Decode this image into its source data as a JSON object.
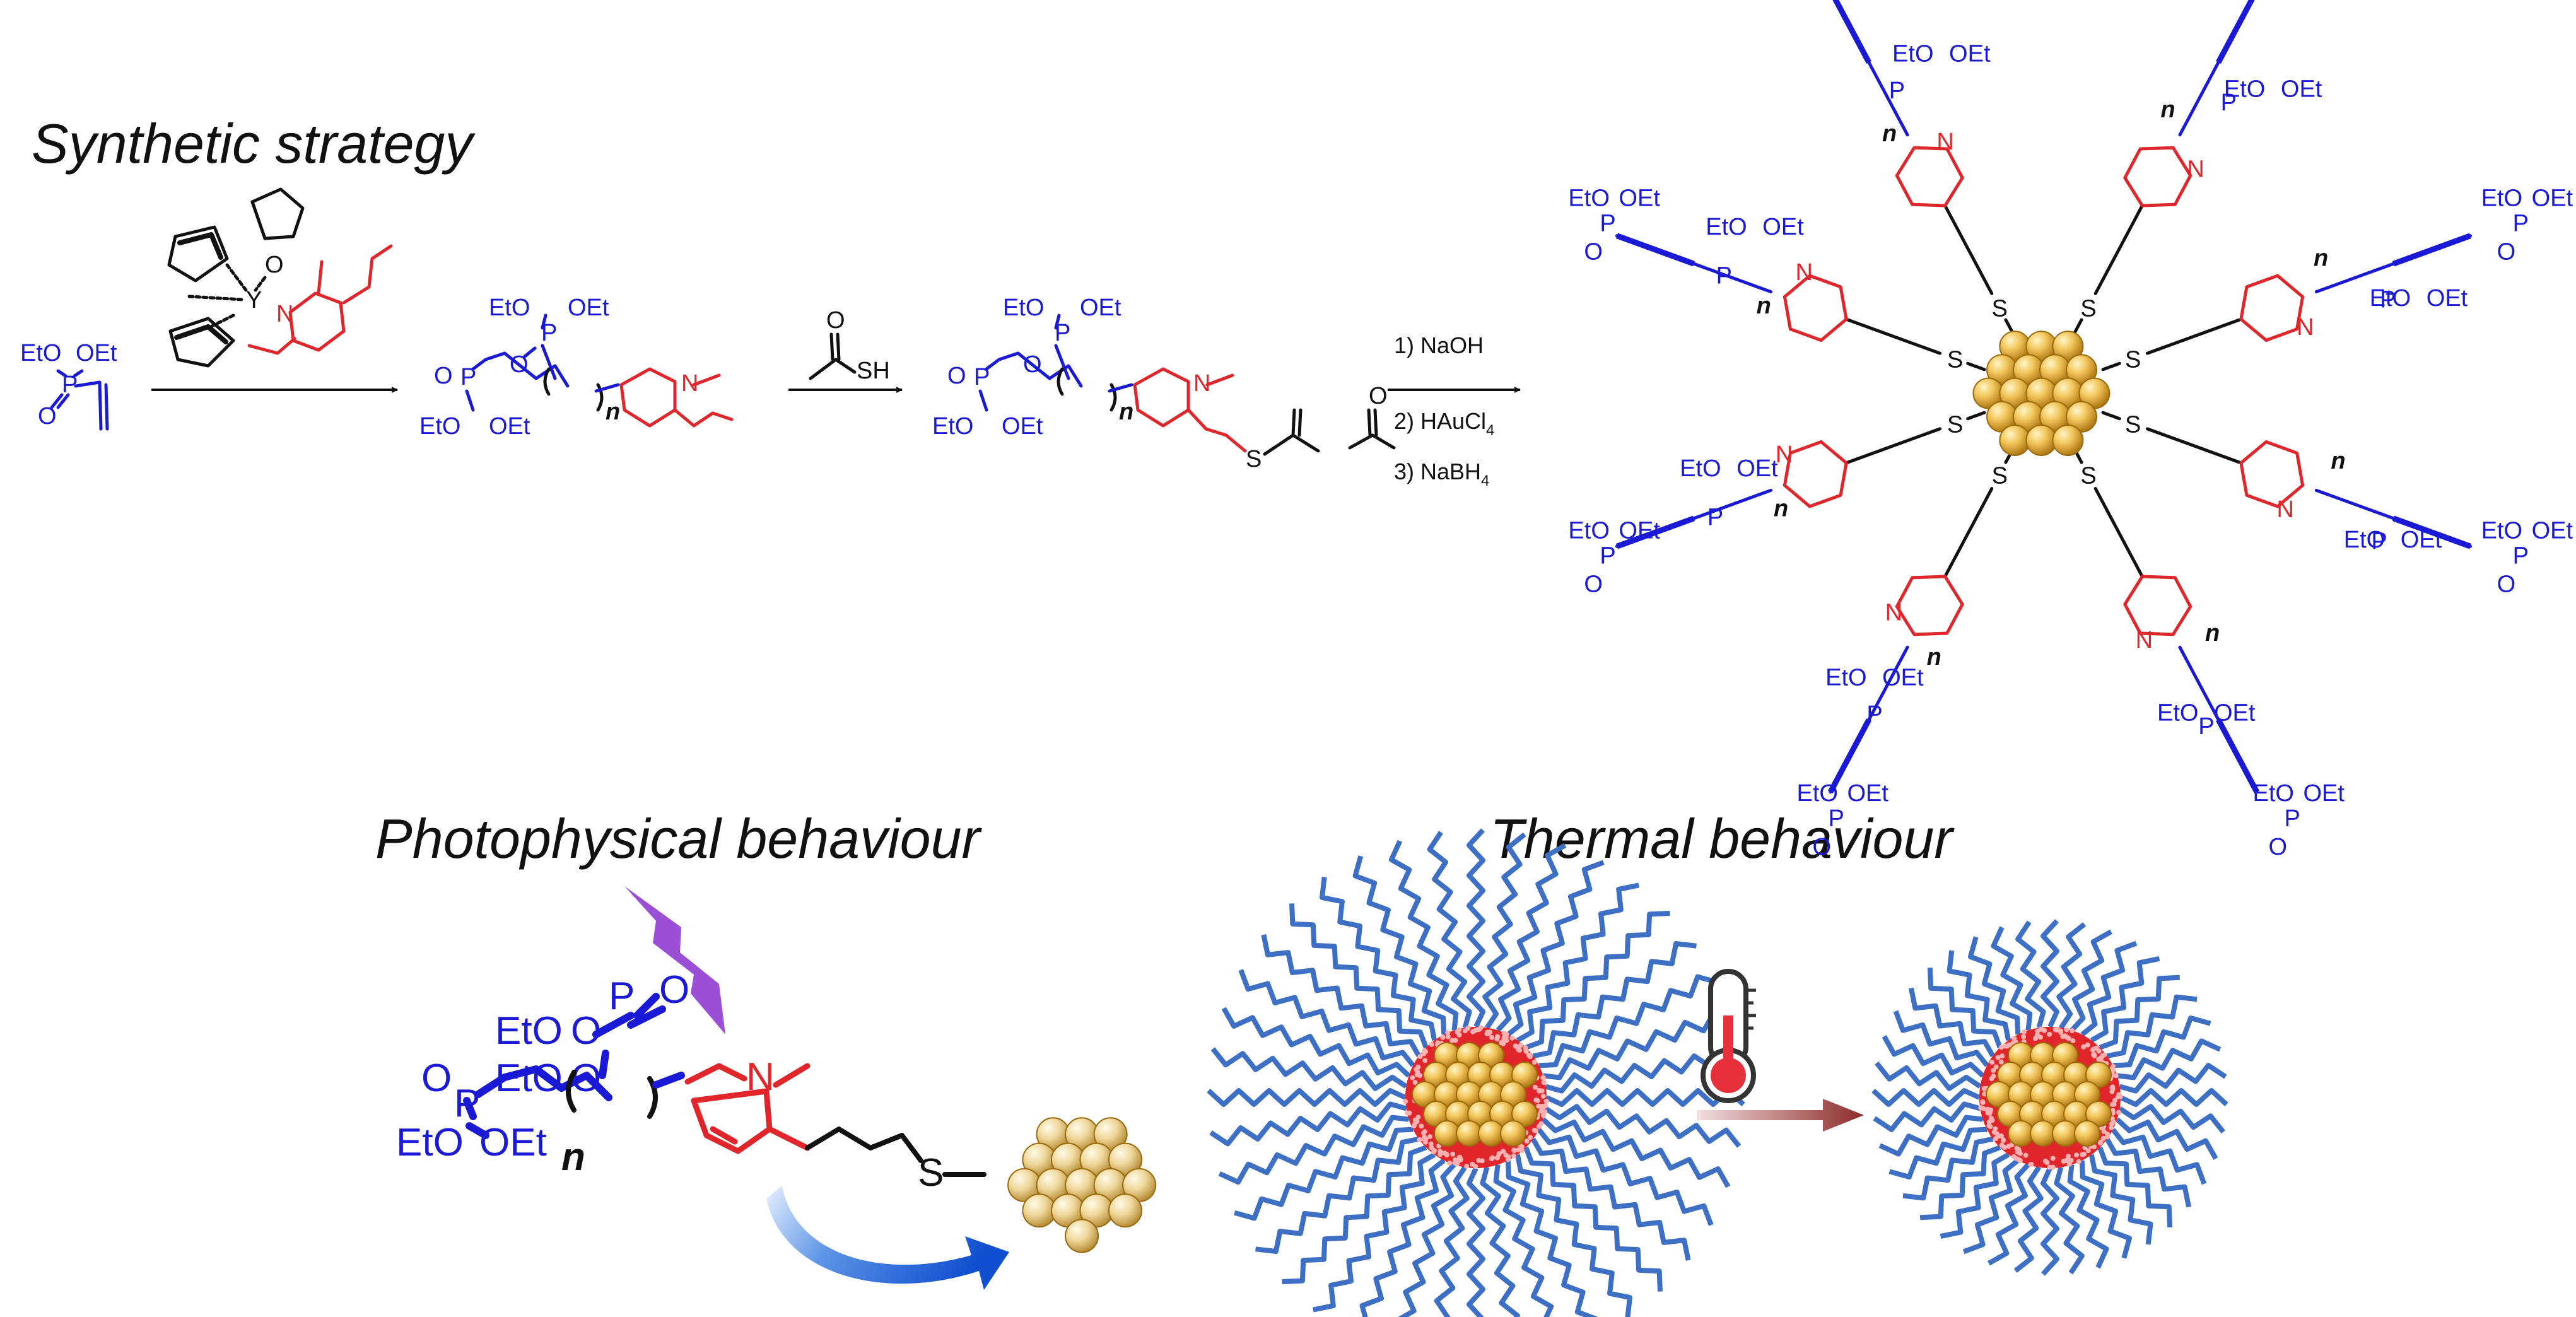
{
  "sections": {
    "synthetic": "Synthetic strategy",
    "photophysical": "Photophysical behaviour",
    "thermal": "Thermal behaviour"
  },
  "labels": {
    "eto": "EtO",
    "oet": "OEt",
    "p": "P",
    "o": "O",
    "n_atom": "N",
    "s_atom": "S",
    "y_atom": "Y",
    "sh": "SH",
    "n_repeat": "n"
  },
  "reagents": {
    "step1": "1) NaOH",
    "step2": "2) HAuCl",
    "step2_sub": "4",
    "step3": "3) NaBH",
    "step3_sub": "4"
  },
  "colors": {
    "monomer_blue": "#1a1ad6",
    "pyridine_red": "#e0262b",
    "gold": "#e8b23a",
    "polymer_chain_blue": "#3d6fc4",
    "lightning_purple": "#9b4fd6",
    "arrow_blue": "#1f5fd6",
    "thermal_arrow": "#8e2a2a"
  },
  "icons": {
    "lightning": "lightning-icon",
    "thermometer": "thermometer-icon"
  }
}
